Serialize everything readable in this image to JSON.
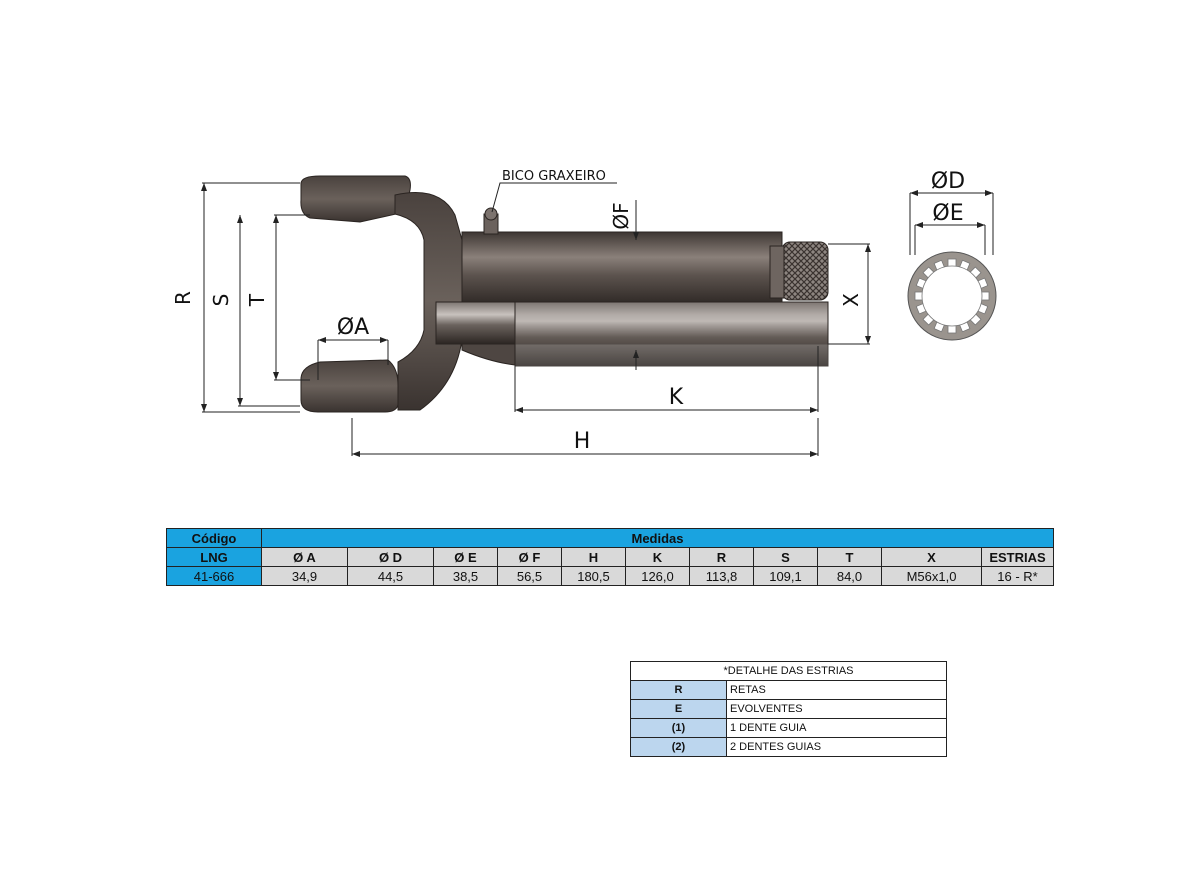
{
  "drawing": {
    "labels": {
      "R": "R",
      "S": "S",
      "T": "T",
      "A": "ØA",
      "K": "K",
      "H": "H",
      "X": "X",
      "F": "ØF",
      "D": "ØD",
      "E": "ØE",
      "grease": "BICO GRAXEIRO"
    }
  },
  "spec_table": {
    "code_header": "Código",
    "measures_header": "Medidas",
    "code_label": "LNG",
    "columns": [
      "Ø A",
      "Ø D",
      "Ø E",
      "Ø F",
      "H",
      "K",
      "R",
      "S",
      "T",
      "X",
      "ESTRIAS"
    ],
    "code": "41-666",
    "values": [
      "34,9",
      "44,5",
      "38,5",
      "56,5",
      "180,5",
      "126,0",
      "113,8",
      "109,1",
      "84,0",
      "M56x1,0",
      "16 - R*"
    ]
  },
  "legend": {
    "title": "*DETALHE DAS ESTRIAS",
    "rows": [
      {
        "key": "R",
        "desc": "RETAS"
      },
      {
        "key": "E",
        "desc": "EVOLVENTES"
      },
      {
        "key": "(1)",
        "desc": "1 DENTE GUIA"
      },
      {
        "key": "(2)",
        "desc": "2 DENTES GUIAS"
      }
    ]
  },
  "colors": {
    "table_header_blue": "#1aa3e0",
    "table_gray": "#d9d9d9",
    "legend_key_blue": "#bcd6ee",
    "part_metal": "#5e5550",
    "end_view": "#9a948e"
  }
}
